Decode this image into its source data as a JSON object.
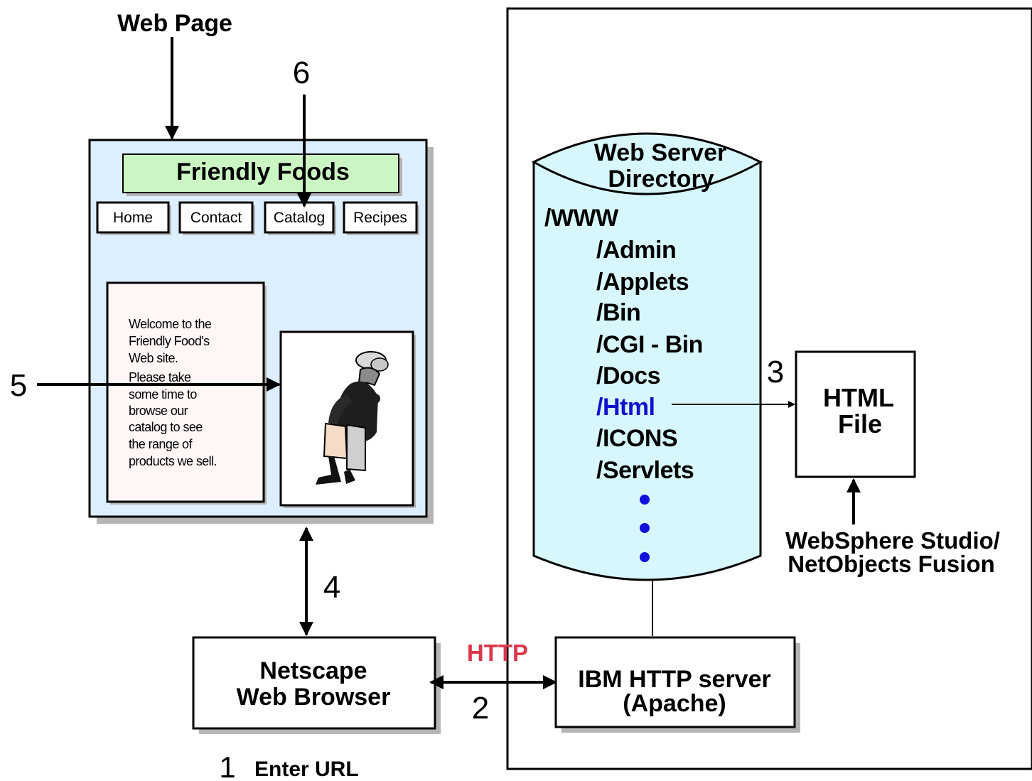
{
  "web_page": {
    "title": "Web Page",
    "site_banner": "Friendly Foods",
    "nav": [
      "Home",
      "Contact",
      "Catalog",
      "Recipes"
    ],
    "welcome_lines": [
      "Welcome to the",
      "Friendly Food's",
      "Web site.",
      "Please take",
      "some time to",
      "browse our",
      "catalog to see",
      "the range of",
      "products we sell."
    ]
  },
  "server_directory": {
    "title_line1": "Web Server",
    "title_line2": "Directory",
    "root": "/WWW",
    "entries": [
      "/Admin",
      "/Applets",
      "/Bin",
      "/CGI - Bin",
      "/Docs",
      "/Html",
      "/ICONS",
      "/Servlets"
    ],
    "highlighted_entry": "/Html"
  },
  "html_file": {
    "line1": "HTML",
    "line2": "File"
  },
  "authoring_tools": {
    "line1": "WebSphere Studio/",
    "line2": "NetObjects Fusion"
  },
  "browser": {
    "line1": "Netscape",
    "line2": "Web Browser"
  },
  "server": {
    "line1": "IBM HTTP server",
    "line2": "(Apache)"
  },
  "protocol_label": "HTTP",
  "steps": {
    "step1_number": "1",
    "step1_label": "Enter URL",
    "step2": "2",
    "step3": "3",
    "step4": "4",
    "step5": "5",
    "step6": "6"
  },
  "colors": {
    "web_page_bg": "#ddeeff",
    "banner_bg": "#ccf5c4",
    "welcome_bg": "#fff6f6",
    "cylinder_fill": "#d7f7fc",
    "highlight_text": "#1111cc",
    "http_text": "#d9384a",
    "dots": "#1111dd",
    "shadow": "#b5b5b5"
  }
}
